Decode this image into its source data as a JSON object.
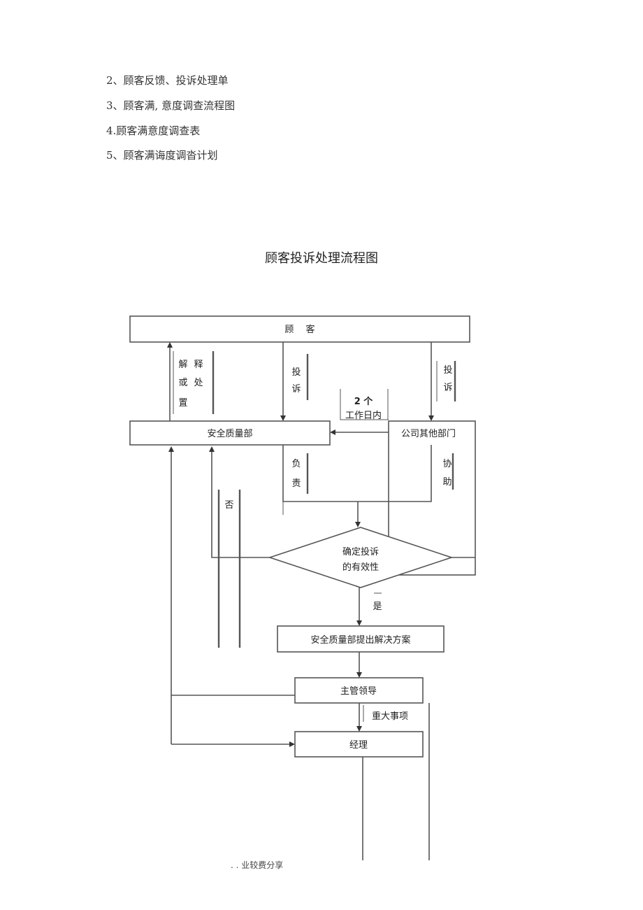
{
  "list": [
    "2、顾客反馈、投诉处理单",
    "3、顾客满, 意度调查流程图",
    "4.顾客满意度调查表",
    "5、顾客满诲度调沓计划"
  ],
  "title": "顾客投诉处理流程图",
  "nodes": {
    "customer": "顾　 客",
    "safety_dept": "安全质量部",
    "other_dept": "公司其他部门",
    "decision_line1": "确定投诉",
    "decision_line2": "的有效性",
    "solution": "安全质量部提出解决方案",
    "supervisor": "主管领导",
    "manager": "经理"
  },
  "labels": {
    "explain": [
      "解",
      "释",
      "或",
      "处",
      "置"
    ],
    "complain_left": [
      "投",
      "诉"
    ],
    "complain_right": [
      "投",
      "诉"
    ],
    "two_days_1": "2 个",
    "two_days_2": "工作日内",
    "responsible": [
      "负",
      "责"
    ],
    "assist": [
      "协",
      "助"
    ],
    "no": "否",
    "yes": "是",
    "major": "重大事项"
  },
  "footer": ". . 业较费分享"
}
